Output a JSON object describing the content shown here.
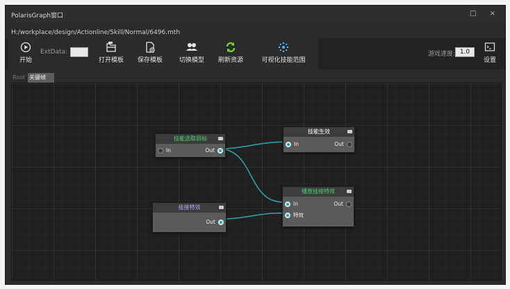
{
  "window": {
    "title": "PolarisGraph窗口",
    "controls": "□ ×"
  },
  "path": "H:/workplace/design/Actionline/Skill/Normal/6496.mth",
  "toolbar": {
    "start_label": "开始",
    "extdata_label": "ExtData:",
    "extdata_value": "",
    "open_template": "打开模板",
    "save_template": "保存模板",
    "switch_model": "切换模型",
    "refresh_resources": "刷新资源",
    "visualize_range": "可视化技能范围",
    "game_speed_label": "游戏速度:",
    "game_speed_value": "1.0",
    "settings": "设置"
  },
  "tabs": [
    "Root",
    "关键帧"
  ],
  "nodes": {
    "select_target": {
      "title": "技能选取目标",
      "in": "In",
      "out": "Out"
    },
    "skill_effect": {
      "title": "技能生效",
      "in": "In",
      "out": "Out"
    },
    "attach_effect": {
      "title": "挂接特效",
      "out": "Out"
    },
    "play_attach": {
      "title": "播放挂接特效",
      "in": "In",
      "out": "Out",
      "effect": "特效"
    }
  },
  "colors": {
    "accent": "#2aa6b3",
    "green": "#47d36a",
    "purple": "#b6a4f2"
  }
}
